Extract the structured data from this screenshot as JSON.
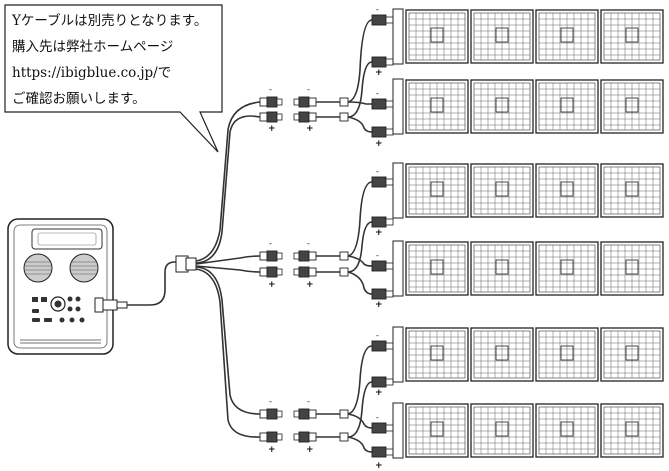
{
  "callout": {
    "lines": [
      "Yケーブルは別売りとなります。",
      "購入先は弊社ホームページ",
      "https://ibigblue.co.jp/で",
      "ご確認お願いします。"
    ]
  },
  "polarity": {
    "positive": "+",
    "negative": "-"
  },
  "colors": {
    "line": "#1a1a1a",
    "background": "#ffffff",
    "panel_fill": "#ffffff"
  },
  "devices": {
    "power_station": "portable-power-station",
    "panels": "solar-panel-array"
  }
}
